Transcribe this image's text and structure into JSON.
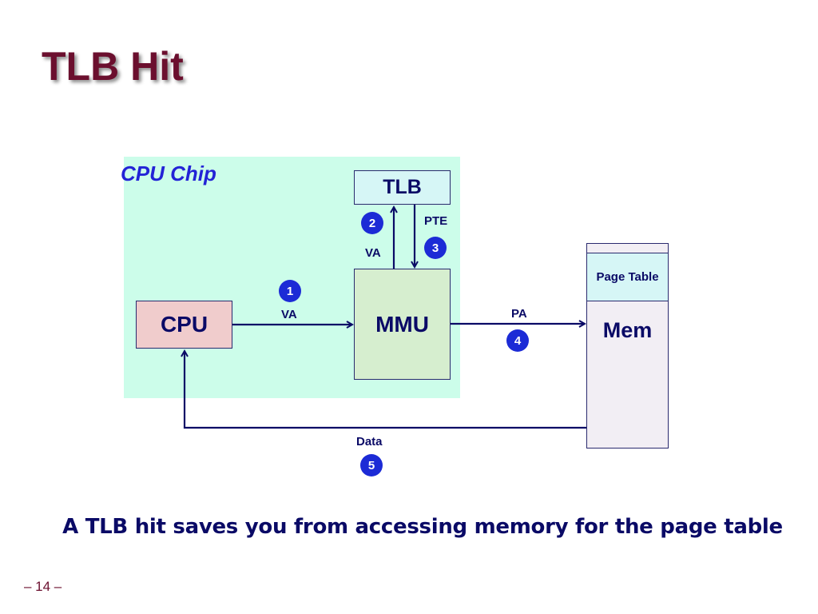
{
  "slide": {
    "title": "TLB Hit",
    "caption": "A TLB hit saves you from accessing memory for the page table",
    "page_number": "– 14 –"
  },
  "diagram": {
    "chip_label": "CPU Chip",
    "components": {
      "tlb": "TLB",
      "mmu": "MMU",
      "cpu": "CPU",
      "page_table": "Page Table",
      "mem": "Mem"
    },
    "edges": {
      "cpu_to_mmu": "VA",
      "mmu_to_tlb": "VA",
      "tlb_to_mmu": "PTE",
      "mmu_to_mem": "PA",
      "mem_to_cpu": "Data"
    },
    "steps": [
      "1",
      "2",
      "3",
      "4",
      "5"
    ]
  },
  "colors": {
    "title": "#6b0f2e",
    "chip_background": "#ccfdea",
    "step_badge": "#1c2bd6",
    "text_navy": "#0a0a66"
  }
}
